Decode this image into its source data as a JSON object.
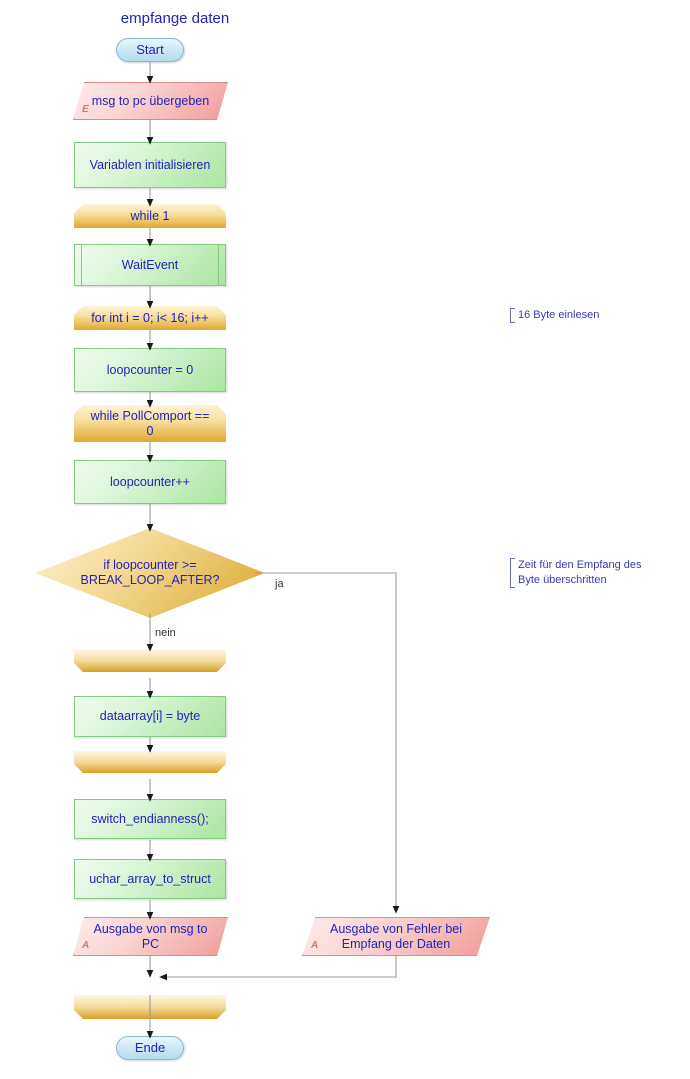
{
  "diagram": {
    "title": "empfange daten",
    "colors": {
      "text": "#2222bb",
      "terminal_fill": "#b4dcef",
      "process_fill": "#a9e6a0",
      "io_fill": "#f09c99",
      "loop_fill": "#e0a82e",
      "decision_fill": "#d9a62a",
      "connector": "#8c8c8c",
      "annotation": "#3a3ab5"
    },
    "nodes": [
      {
        "id": "start",
        "type": "terminal",
        "label": "Start"
      },
      {
        "id": "msg_in",
        "type": "input",
        "label": "msg to pc übergeben",
        "marker": "E"
      },
      {
        "id": "init",
        "type": "process",
        "label": "Variablen initialisieren"
      },
      {
        "id": "while1",
        "type": "loop-start",
        "label": "while 1"
      },
      {
        "id": "waitevent",
        "type": "subroutine",
        "label": "WaitEvent"
      },
      {
        "id": "forloop",
        "type": "loop-start",
        "label": "for int i = 0; i< 16; i++"
      },
      {
        "id": "lc_zero",
        "type": "process",
        "label": "loopcounter = 0"
      },
      {
        "id": "while_poll",
        "type": "loop-start",
        "label": "while PollComport ==\n0"
      },
      {
        "id": "lc_inc",
        "type": "process",
        "label": "loopcounter++"
      },
      {
        "id": "decision",
        "type": "decision",
        "label": "if loopcounter >=\nBREAK_LOOP_AFTER?"
      },
      {
        "id": "endwhilepoll",
        "type": "loop-end",
        "label": ""
      },
      {
        "id": "dataarray",
        "type": "process",
        "label": "dataarray[i] = byte"
      },
      {
        "id": "endfor",
        "type": "loop-end",
        "label": ""
      },
      {
        "id": "switch_end",
        "type": "process",
        "label": "switch_endianness();"
      },
      {
        "id": "to_struct",
        "type": "process",
        "label": "uchar_array_to_struct"
      },
      {
        "id": "out_msg",
        "type": "output",
        "label": "Ausgabe von msg to\nPC",
        "marker": "A"
      },
      {
        "id": "out_err",
        "type": "output",
        "label": "Ausgabe von Fehler bei\nEmpfang der Daten",
        "marker": "A"
      },
      {
        "id": "endwhile1",
        "type": "loop-end",
        "label": ""
      },
      {
        "id": "ende",
        "type": "terminal",
        "label": "Ende"
      }
    ],
    "branch_labels": {
      "yes": "ja",
      "no": "nein"
    },
    "annotations": [
      {
        "id": "annot-bytes",
        "text": "16 Byte einlesen"
      },
      {
        "id": "annot-timeout",
        "text": "Zeit für den Empfang des\nByte überschritten"
      }
    ]
  }
}
